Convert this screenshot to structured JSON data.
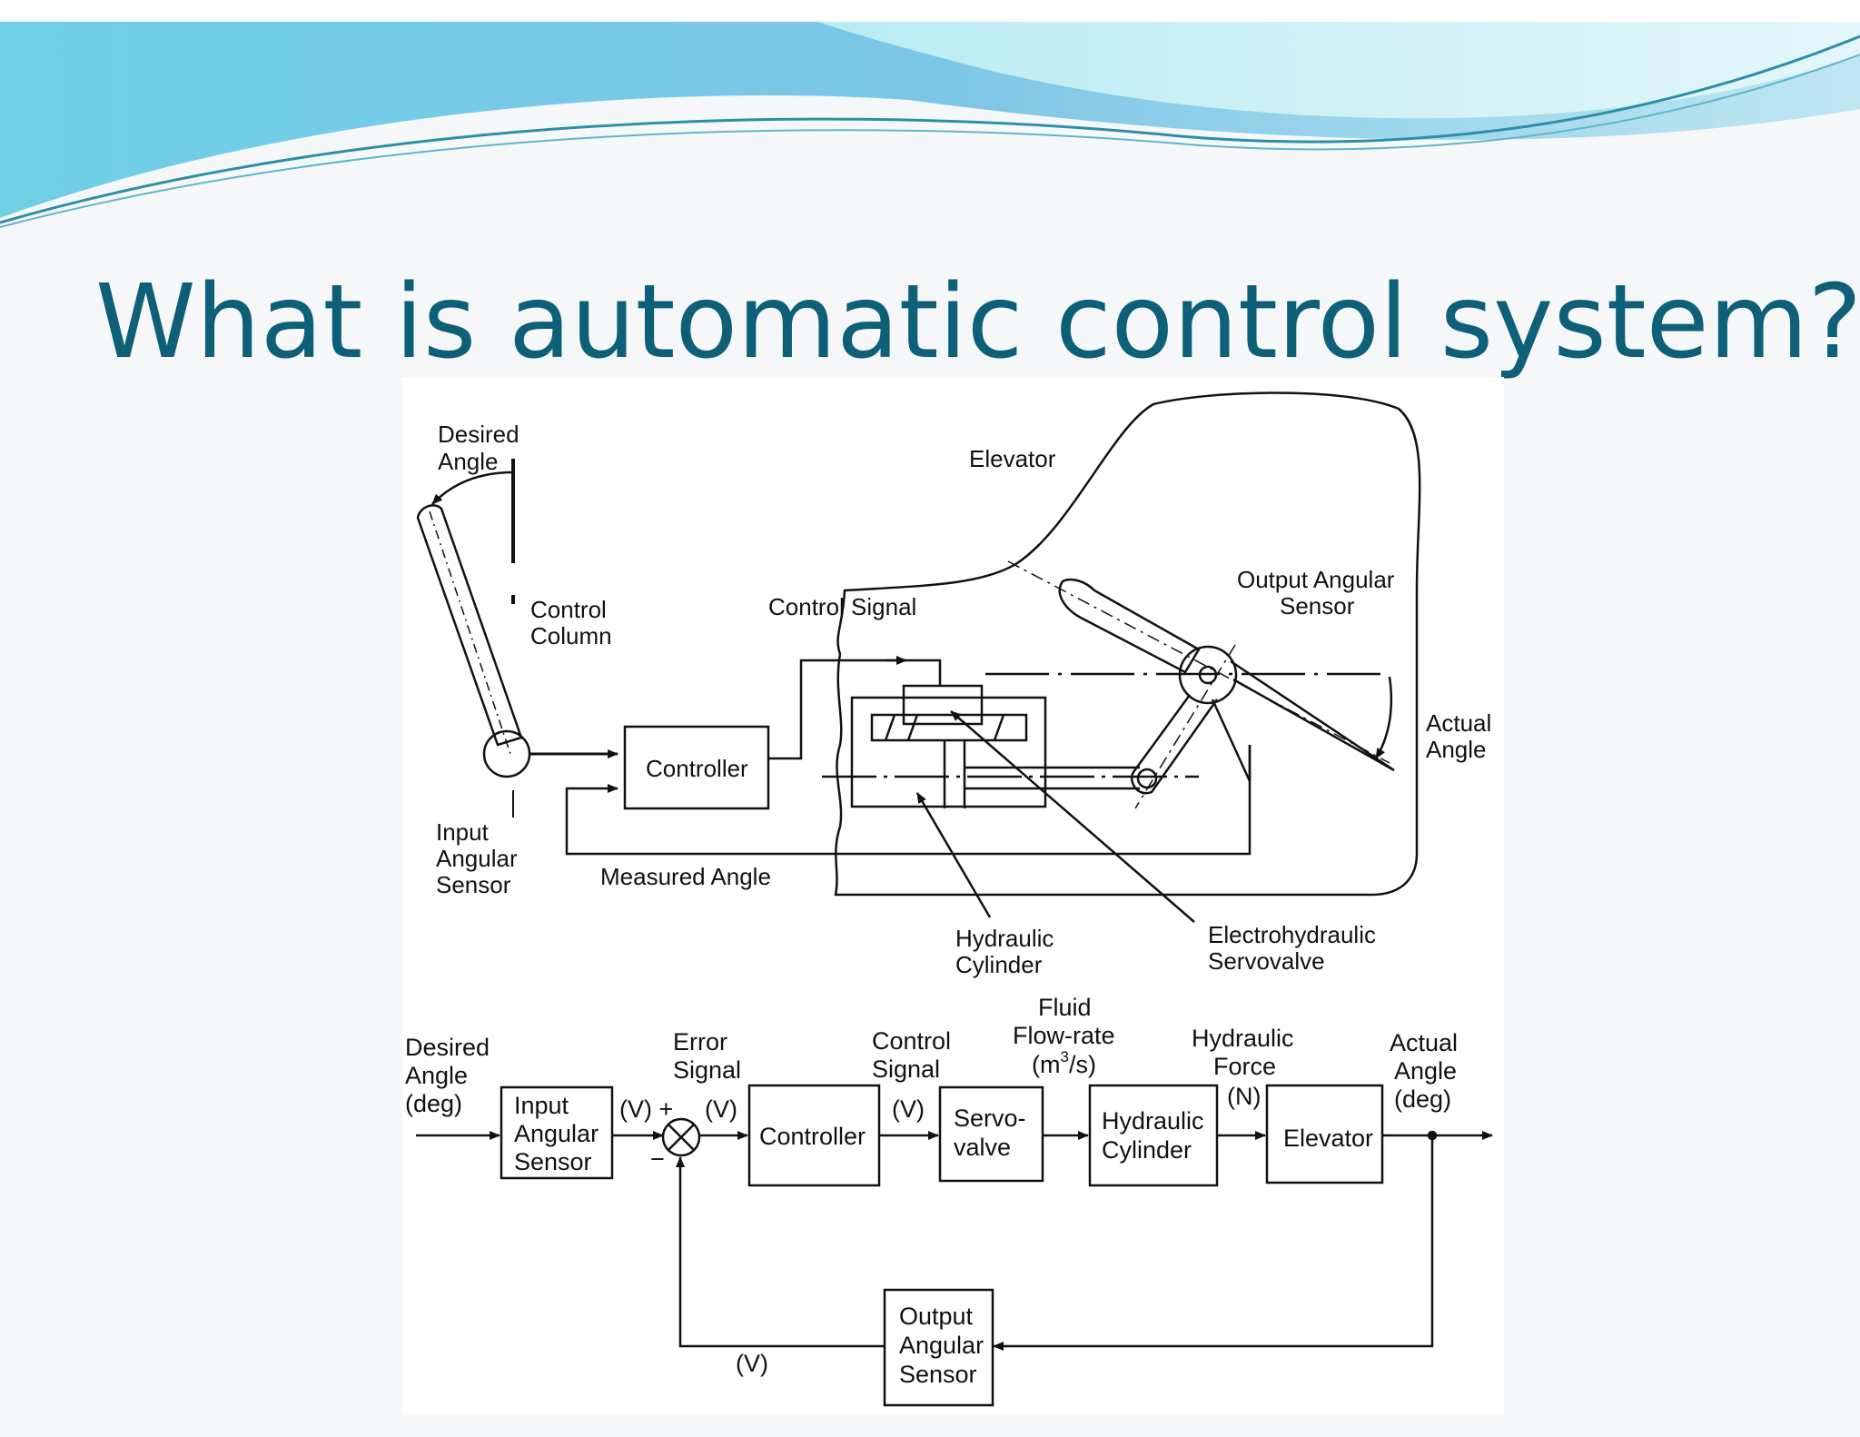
{
  "slide": {
    "title": "What is automatic control system?",
    "colors": {
      "title": "#0e6078",
      "banner_light": "#a9e3ee",
      "banner_dark": "#4fb0d3",
      "background": "#f6f7f8"
    }
  },
  "physical_diagram": {
    "desired_angle": [
      "Desired",
      "Angle"
    ],
    "control_column": [
      "Control",
      "Column"
    ],
    "input_angular_sensor": [
      "Input",
      "Angular",
      "Sensor"
    ],
    "controller": "Controller",
    "measured_angle": "Measured Angle",
    "control_signal": "Control Signal",
    "elevator": "Elevator",
    "output_angular_sensor": [
      "Output Angular",
      "Sensor"
    ],
    "actual_angle": [
      "Actual",
      "Angle"
    ],
    "hydraulic_cylinder": [
      "Hydraulic",
      "Cylinder"
    ],
    "servovalve": [
      "Electrohydraulic",
      "Servovalve"
    ]
  },
  "block_diagram": {
    "input": [
      "Desired",
      "Angle",
      "(deg)"
    ],
    "input_sensor": [
      "Input",
      "Angular",
      "Sensor"
    ],
    "v_plus": "(V) +",
    "minus": "−",
    "error_signal": [
      "Error",
      "Signal"
    ],
    "v_after_error": "(V)",
    "controller": "Controller",
    "control_signal": [
      "Control",
      "Signal"
    ],
    "v_after_controller": "(V)",
    "servovalve": [
      "Servo-",
      "valve"
    ],
    "fluid_flow": [
      "Fluid",
      "Flow-rate",
      "(m",
      "3",
      "/s)"
    ],
    "hydraulic_cylinder": [
      "Hydraulic",
      "Cylinder"
    ],
    "hydraulic_force": [
      "Hydraulic",
      "Force",
      "(N)"
    ],
    "elevator": "Elevator",
    "output": [
      "Actual",
      "Angle",
      "(deg)"
    ],
    "output_sensor": [
      "Output",
      "Angular",
      "Sensor"
    ],
    "feedback_unit": "(V)"
  }
}
